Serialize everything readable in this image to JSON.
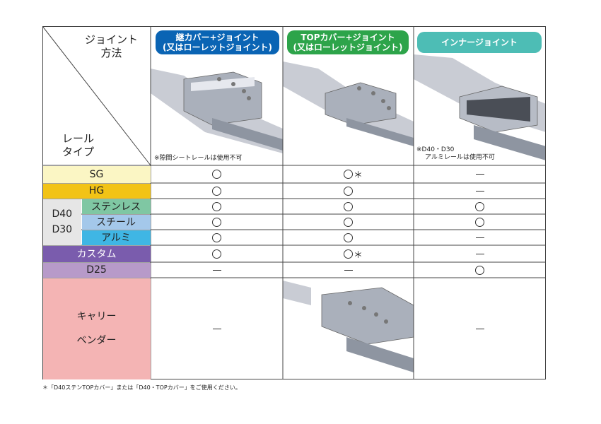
{
  "header": {
    "joint_method_line1": "ジョイント",
    "joint_method_line2": "方法",
    "rail_type_line1": "レール",
    "rail_type_line2": "タイプ",
    "columns": [
      {
        "label_line1": "継カバー+ジョイント",
        "label_line2": "(又はローレットジョイント)",
        "color": "#0a64b4",
        "note_line1": "※隙間シートレールは使用不可",
        "note_line2": ""
      },
      {
        "label_line1": "TOPカバー+ジョイント",
        "label_line2": "(又はローレットジョイント)",
        "color": "#2da44a",
        "note_line1": "",
        "note_line2": ""
      },
      {
        "label_line1": "インナージョイント",
        "label_line2": "",
        "color": "#4dbdb5",
        "note_line1": "※D40・D30",
        "note_line2": "アルミレールは使用不可"
      }
    ]
  },
  "group_label_line1": "D40",
  "group_label_line2": "D30",
  "rows": [
    {
      "label": "SG",
      "color": "#fbf6c4",
      "marks": [
        "circle",
        "circle-star",
        "dash"
      ]
    },
    {
      "label": "HG",
      "color": "#f2c316",
      "marks": [
        "circle",
        "circle",
        "dash"
      ]
    },
    {
      "label": "ステンレス",
      "color": "#7fc7a3",
      "marks": [
        "circle",
        "circle",
        "circle"
      ]
    },
    {
      "label": "スチール",
      "color": "#a4c8ea",
      "marks": [
        "circle",
        "circle",
        "circle"
      ]
    },
    {
      "label": "アルミ",
      "color": "#3fb6e4",
      "marks": [
        "circle",
        "circle",
        "dash"
      ]
    },
    {
      "label": "カスタム",
      "color": "#7a5cad",
      "marks": [
        "circle",
        "circle-star",
        "dash"
      ]
    },
    {
      "label": "D25",
      "color": "#b79ac9",
      "marks": [
        "dash",
        "dash",
        "circle"
      ]
    },
    {
      "label_line1": "キャリー",
      "label_line2": "ベンダー",
      "color": "#f4b4b4",
      "marks": [
        "dash",
        "image",
        "dash"
      ]
    }
  ],
  "star_symbol": "＊",
  "footnote": "＊「D40ステンTOPカバー」または「D40・TOPカバー」をご使用ください。",
  "colors": {
    "group_gray": "#e6e6e6",
    "border": "#444444",
    "rail_metal": "#9aa0ac"
  }
}
